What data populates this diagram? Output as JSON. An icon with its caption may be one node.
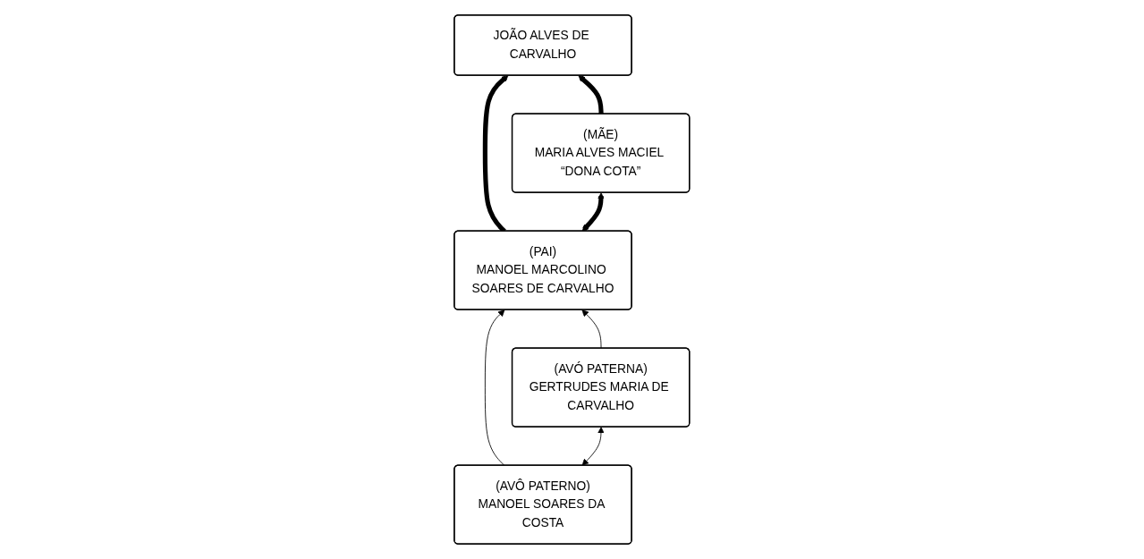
{
  "diagram": {
    "nodes": [
      {
        "text": [
          "JOÃO ALVES DE CARVALHO"
        ]
      },
      {
        "text": [
          "(PAI)",
          "MANOEL MARCOLINO SOARES DE CARVALHO"
        ]
      },
      {
        "text": [
          "(MÃE)",
          "MARIA ALVES MACIEL “DONA COTA”"
        ]
      },
      {
        "text": [
          "(AVÔ PATERNO)",
          "MANOEL SOARES DA COSTA"
        ]
      },
      {
        "text": [
          "(AVÓ PATERNA)",
          "GERTRUDES MARIA DE CARVALHO"
        ]
      }
    ],
    "edges": [
      {
        "from": 1,
        "to": 0,
        "arrow": "to",
        "style": "thick"
      },
      {
        "from": 2,
        "to": 0,
        "arrow": "to",
        "style": "thick"
      },
      {
        "from": 1,
        "to": 2,
        "arrow": "both",
        "style": "thick"
      },
      {
        "from": 3,
        "to": 1,
        "arrow": "to"
      },
      {
        "from": 4,
        "to": 1,
        "arrow": "to"
      },
      {
        "from": 3,
        "to": 4,
        "arrow": "both"
      }
    ]
  }
}
